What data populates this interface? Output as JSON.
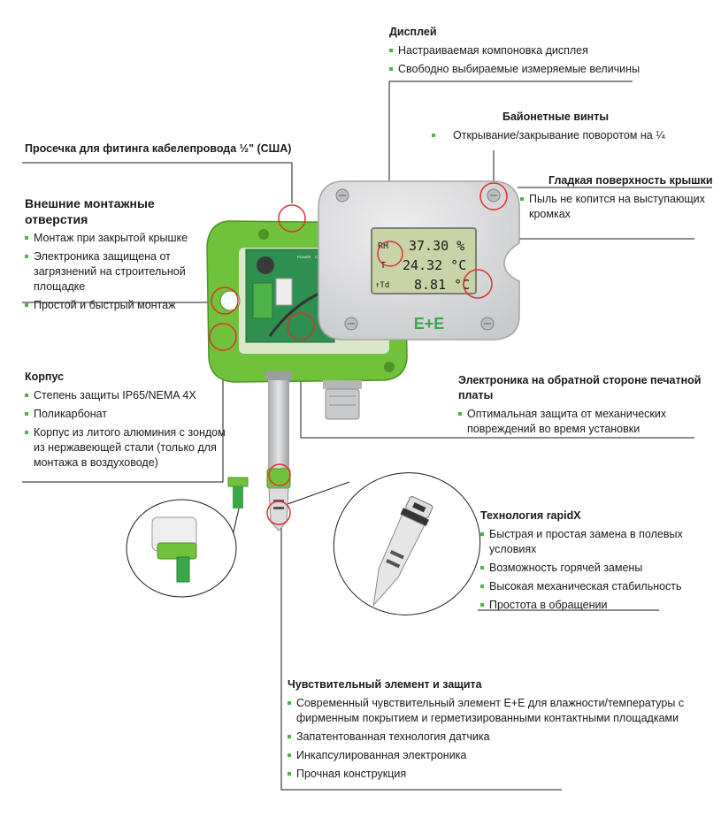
{
  "display": {
    "title": "Дисплей",
    "items": [
      "Настраиваемая компоновка дисплея",
      "Свободно выбираемые измеряемые величины"
    ]
  },
  "bayonet": {
    "title": "Байонетные винты",
    "items": [
      "Открывание/закрывание поворотом на ¼"
    ]
  },
  "knockout": {
    "title": "Просечка для фитинга кабелепровода ½\" (США)"
  },
  "smooth_cover": {
    "title": "Гладкая поверхность крышки",
    "items": [
      "Пыль не копится на выступающих кромках"
    ]
  },
  "mounting": {
    "title": "Внешние монтажные отверстия",
    "items": [
      "Монтаж при закрытой крышке",
      "Электроника защищена от загрязнений на строительной площадке",
      "Простой и быстрый монтаж"
    ]
  },
  "housing": {
    "title": "Корпус",
    "items": [
      "Степень защиты IP65/NEMA 4X",
      "Поликарбонат",
      "Корпус из литого алюминия с зондом из нержавеющей стали (только для монтажа в воздуховоде)"
    ]
  },
  "electronics": {
    "title": "Электроника на обратной стороне печатной платы",
    "items": [
      "Оптимальная защита от механических повреждений во время установки"
    ]
  },
  "rapidx": {
    "title": "Технология rapidX",
    "items": [
      "Быстрая и простая замена в полевых условиях",
      "Возможность горячей замены",
      "Высокая механическая стабильность",
      "Простота в обращении"
    ]
  },
  "sensor": {
    "title": "Чувствительный элемент и защита",
    "items": [
      "Современный чувствительный элемент E+E для влажности/температуры с фирменным покрытием и герметизированными контактными площадками",
      "Запатентованная технология датчика",
      "Инкапсулированная электроника",
      "Прочная конструкция"
    ]
  },
  "lcd": {
    "rh_label": "RH",
    "rh_value": "37.30 %",
    "t_label": "T",
    "t_value": "24.32 °C",
    "td_label": "↑Td",
    "td_value": "8.81 °C"
  },
  "logo": "E+E",
  "board_labels": {
    "power": "POWER",
    "cal": "CAL"
  },
  "colors": {
    "housing_green": "#6fc23a",
    "cover_gray": "#d9dadb",
    "bullet_green": "#4bb34a",
    "marker_red": "#e0302c"
  }
}
